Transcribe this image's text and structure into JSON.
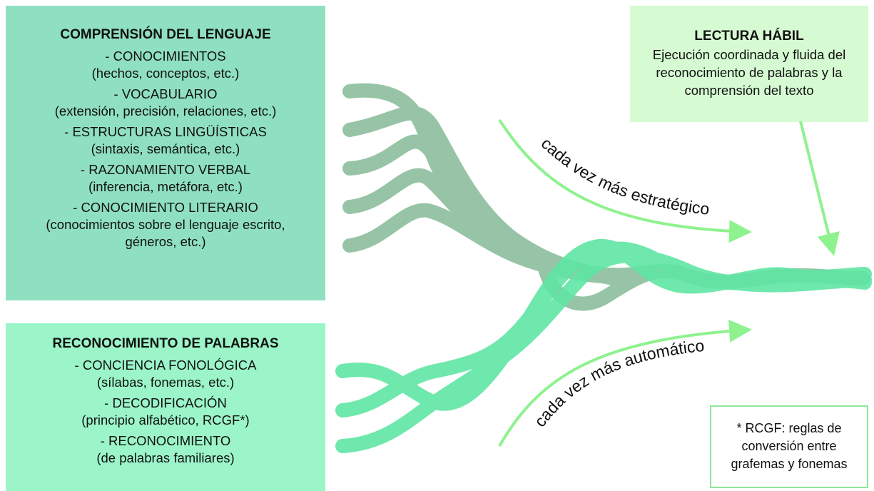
{
  "comprension": {
    "title": "COMPRENSIÓN DEL LENGUAJE",
    "items": [
      {
        "heading": "- CONOCIMIENTOS",
        "detail": "(hechos, conceptos, etc.)"
      },
      {
        "heading": "- VOCABULARIO",
        "detail": "(extensión, precisión, relaciones, etc.)"
      },
      {
        "heading": "- ESTRUCTURAS LINGÜÍSTICAS",
        "detail": "(sintaxis, semántica, etc.)"
      },
      {
        "heading": "- RAZONAMIENTO VERBAL",
        "detail": "(inferencia, metáfora, etc.)"
      },
      {
        "heading": "- CONOCIMIENTO LITERARIO",
        "detail": "(conocimientos sobre el lenguaje escrito, géneros, etc.)"
      }
    ]
  },
  "reconocimiento": {
    "title": "RECONOCIMIENTO DE PALABRAS",
    "items": [
      {
        "heading": "- CONCIENCIA FONOLÓGICA",
        "detail": "(sílabas, fonemas, etc.)"
      },
      {
        "heading": "- DECODIFICACIÓN",
        "detail": "(principio alfabético, RCGF*)"
      },
      {
        "heading": "- RECONOCIMIENTO",
        "detail": "(de palabras familiares)"
      }
    ]
  },
  "lectura": {
    "title": "LECTURA HÁBIL",
    "description": "Ejecución coordinada y fluida del reconocimiento de palabras y la comprensión del texto"
  },
  "labels": {
    "estrategico": "cada vez más estratégico",
    "automatico": "cada vez más automático"
  },
  "note": "* RCGF: reglas de conversión entre grafemas y fonemas",
  "colors": {
    "comprension_box": "#8fe0c0",
    "reconocimiento_box": "#9bf5c8",
    "lectura_box": "#d6fbd2",
    "strand_comprension": "#8fbf9f",
    "strand_reconocimiento": "#5fe6a4",
    "arrow": "#8ef28e"
  }
}
